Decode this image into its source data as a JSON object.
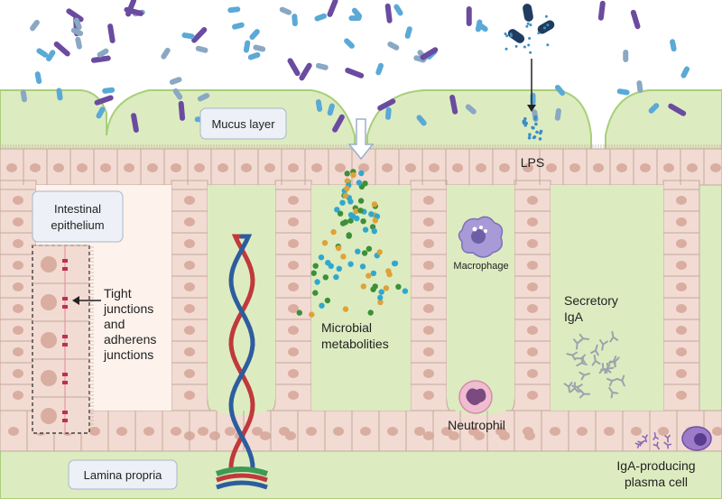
{
  "labels": {
    "mucus_layer": "Mucus layer",
    "intestinal_epithelium": [
      "Intestinal",
      "epithelium"
    ],
    "tight_junctions": [
      "Tight",
      "junctions",
      "and",
      "adherens",
      "junctions"
    ],
    "lps": "LPS",
    "macrophage": "Macrophage",
    "secretory_iga": [
      "Secretory",
      "IgA"
    ],
    "microbial_metabolites": [
      "Microbial",
      "metabolities"
    ],
    "neutrophil": "Neutrophil",
    "lamina_propria": "Lamina propria",
    "iga_plasma_cell": [
      "IgA-producing",
      "plasma cell"
    ]
  },
  "colors": {
    "mucus": "#dcecc0",
    "mucus_edge": "#a8cf7a",
    "epithelium_cell": "#f2dbd2",
    "epithelium_edge": "#c4a89c",
    "nucleus": "#d9ada0",
    "lamina_propria": "#fdf2ec",
    "bacteria_purple": "#6a4ba0",
    "bacteria_blue": "#5aa9d6",
    "bacteria_steel": "#8aa8c4",
    "lps_dot": "#3b8fc4",
    "metabolite_green": "#3e8f3a",
    "metabolite_orange": "#e0a236",
    "metabolite_cyan": "#2fa8cf",
    "artery": "#c0393b",
    "vein": "#2d5d9e",
    "lymph": "#3e9a55",
    "macrophage": "#a89ad6",
    "neutrophil": "#f0bcd0",
    "plasma_cell": "#9c7cc8",
    "iga": "#9aa4ad"
  }
}
